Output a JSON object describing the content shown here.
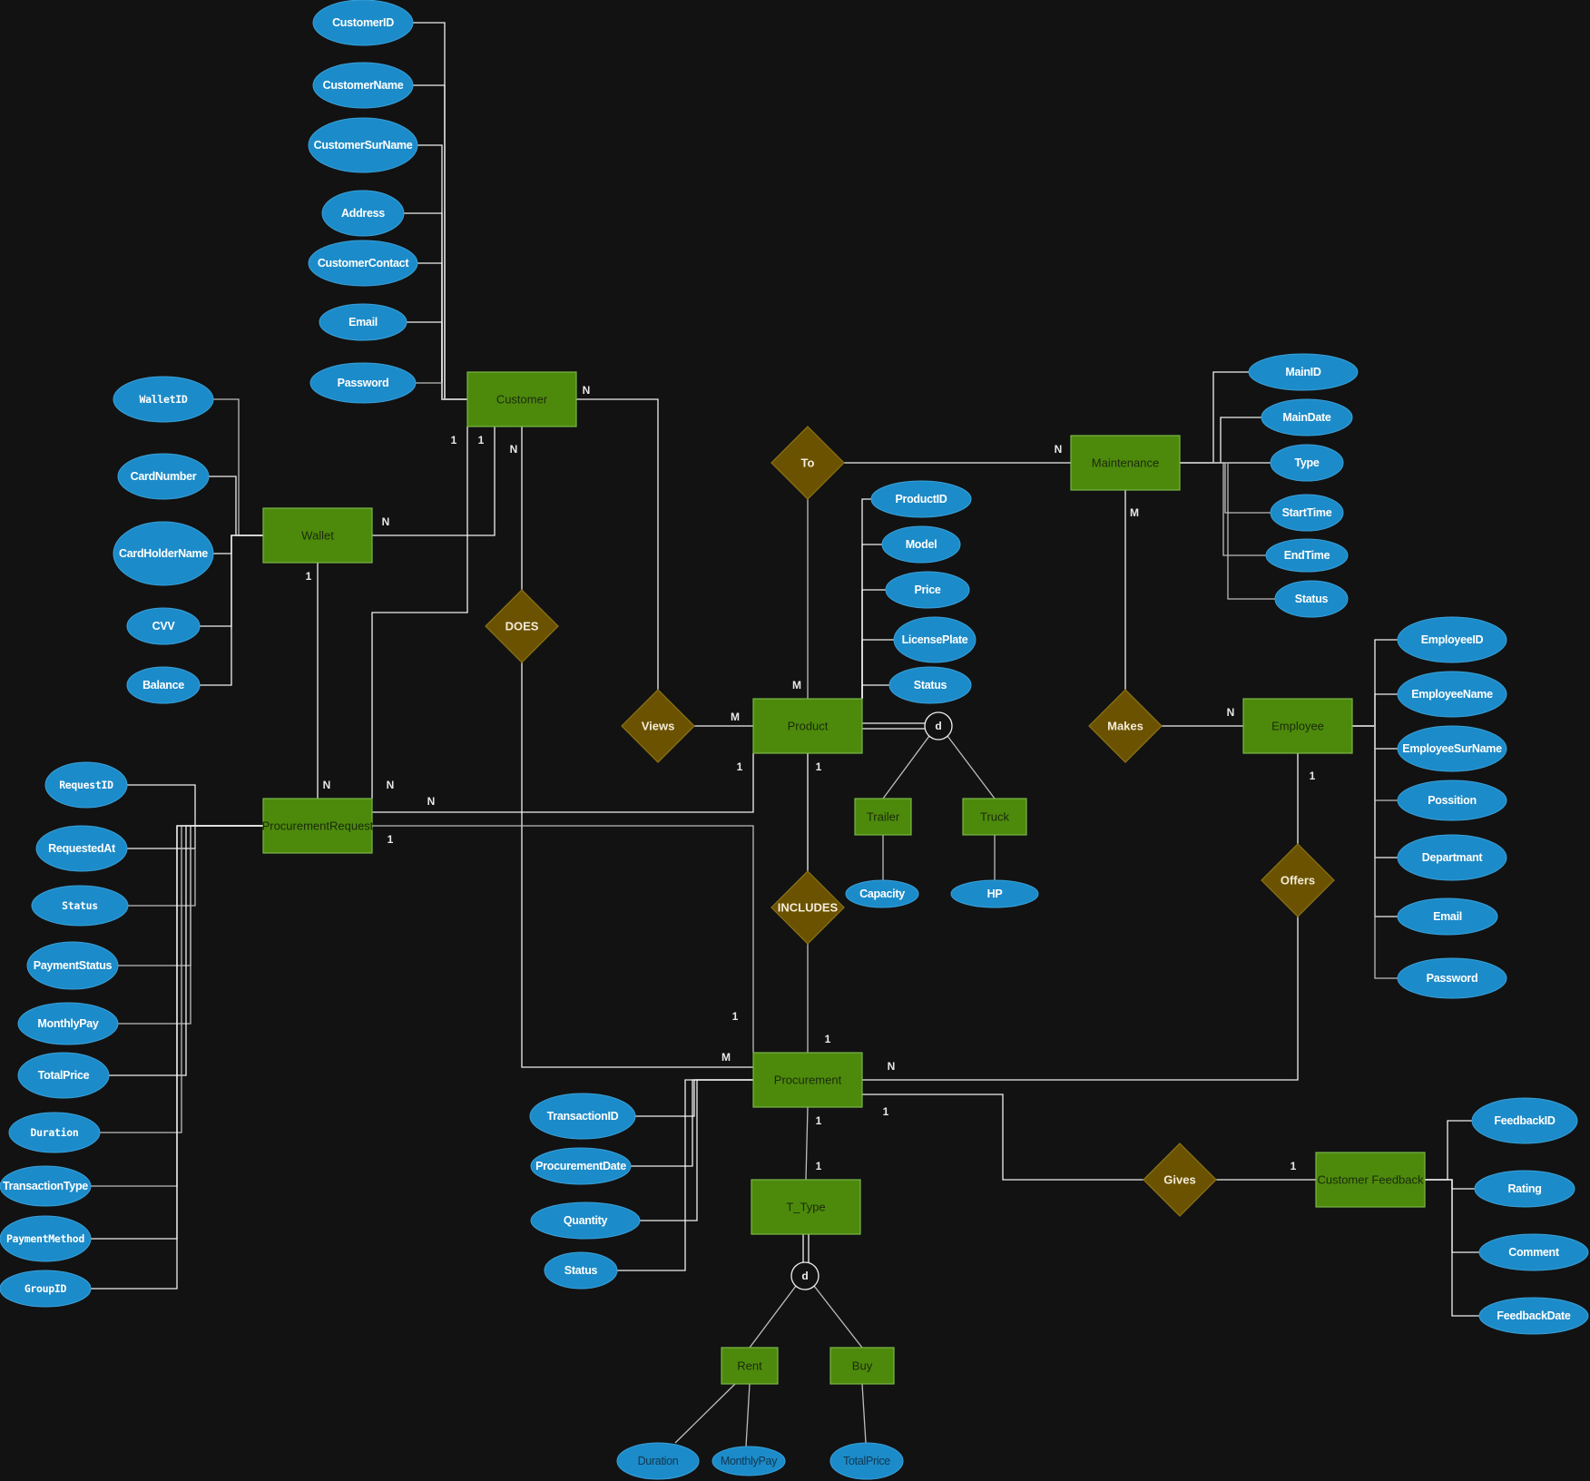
{
  "diagram": {
    "type": "ER diagram",
    "colors": {
      "background": "#121212",
      "entity": "#4d8a0c",
      "relationship": "#6b5200",
      "attribute": "#1c8bc9",
      "line": "#f0f0f0"
    },
    "entities": {
      "customer": "Customer",
      "wallet": "Wallet",
      "product": "Product",
      "maintenance": "Maintenance",
      "employee": "Employee",
      "procurement_request": "ProcurementRequest",
      "procurement": "Procurement",
      "trailer": "Trailer",
      "truck": "Truck",
      "t_type": "T_Type",
      "rent": "Rent",
      "buy": "Buy",
      "customer_feedback": "Customer Feedback"
    },
    "relationships": {
      "to": "To",
      "does": "DOES",
      "views": "Views",
      "makes": "Makes",
      "includes": "INCLUDES",
      "offers": "Offers",
      "gives": "Gives"
    },
    "disjoint_symbol": "d",
    "attributes": {
      "customer": [
        "CustomerID",
        "CustomerName",
        "CustomerSurName",
        "Address",
        "CustomerContact",
        "Email",
        "Password"
      ],
      "wallet": [
        "WalletID",
        "CardNumber",
        "CardHolderName",
        "CVV",
        "Balance"
      ],
      "product": [
        "ProductID",
        "Model",
        "Price",
        "LicensePlate",
        "Status"
      ],
      "maintenance": [
        "MainID",
        "MainDate",
        "Type",
        "StartTime",
        "EndTime",
        "Status"
      ],
      "employee": [
        "EmployeeID",
        "EmployeeName",
        "EmployeeSurName",
        "Possition",
        "Departmant",
        "Email",
        "Password"
      ],
      "procurement_request": [
        "RequestID",
        "RequestedAt",
        "Status",
        "PaymentStatus",
        "MonthlyPay",
        "TotalPrice",
        "Duration",
        "TransactionType",
        "PaymentMethod",
        "GroupID"
      ],
      "procurement": [
        "TransactionID",
        "ProcurementDate",
        "Quantity",
        "Status"
      ],
      "trailer": [
        "Capacity"
      ],
      "truck": [
        "HP"
      ],
      "rent": [
        "Duration",
        "MonthlyPay"
      ],
      "buy": [
        "TotalPrice"
      ],
      "customer_feedback": [
        "FeedbackID",
        "Rating",
        "Comment",
        "FeedbackDate"
      ]
    },
    "cardinalities": {
      "customer_views": "N",
      "customer_wallet_1a": "1",
      "customer_wallet_1b": "1",
      "customer_does": "N",
      "wallet_customer": "N",
      "wallet_request": "1",
      "request_wallet": "N",
      "request_customer": "N",
      "request_product": "N",
      "request_procurement": "1",
      "to_maintenance": "N",
      "product_to": "M",
      "product_views": "M",
      "product_request": "1",
      "product_includes": "1",
      "maintenance_makes": "M",
      "employee_makes": "N",
      "employee_offers": "1",
      "procurement_request": "1",
      "procurement_does": "M",
      "procurement_includes": "1",
      "procurement_offers": "N",
      "procurement_gives": "1",
      "procurement_ttype": "1",
      "ttype_procurement": "1",
      "feedback_gives": "1"
    }
  }
}
